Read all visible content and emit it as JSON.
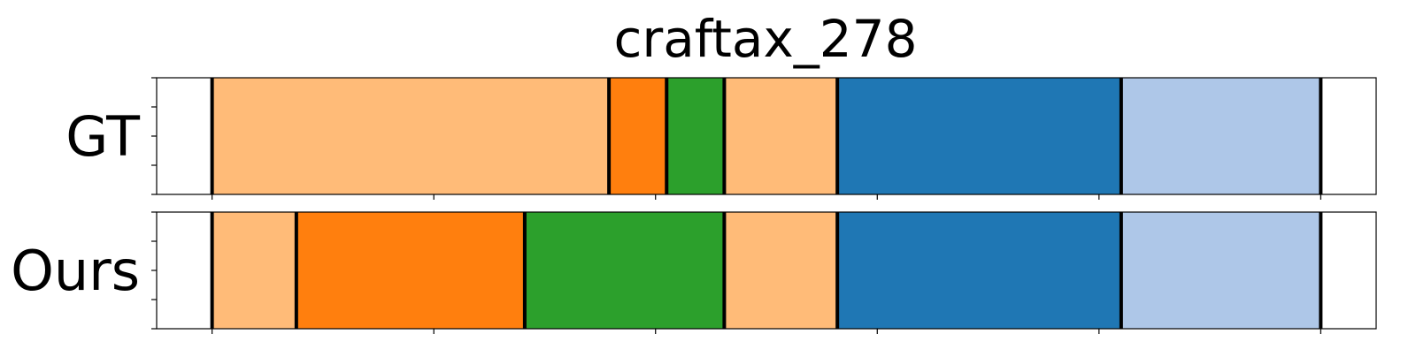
{
  "chart_data": {
    "type": "segmentation_timeline",
    "title": "craftax_278",
    "x_range": [
      -25,
      525
    ],
    "x_ticks": [
      0,
      100,
      200,
      300,
      400,
      500
    ],
    "y_ticks_per_row": 5,
    "rows": [
      {
        "label": "GT",
        "segments": [
          {
            "start": 0,
            "end": 179,
            "color": "#ffbb78"
          },
          {
            "start": 179,
            "end": 205,
            "color": "#ff7f0e"
          },
          {
            "start": 205,
            "end": 231,
            "color": "#2ca02c"
          },
          {
            "start": 231,
            "end": 282,
            "color": "#ffbb78"
          },
          {
            "start": 282,
            "end": 410,
            "color": "#1f77b4"
          },
          {
            "start": 410,
            "end": 500,
            "color": "#aec7e8"
          }
        ]
      },
      {
        "label": "Ours",
        "segments": [
          {
            "start": 0,
            "end": 38,
            "color": "#ffbb78"
          },
          {
            "start": 38,
            "end": 141,
            "color": "#ff7f0e"
          },
          {
            "start": 141,
            "end": 231,
            "color": "#2ca02c"
          },
          {
            "start": 231,
            "end": 282,
            "color": "#ffbb78"
          },
          {
            "start": 282,
            "end": 410,
            "color": "#1f77b4"
          },
          {
            "start": 410,
            "end": 500,
            "color": "#aec7e8"
          }
        ]
      }
    ]
  }
}
